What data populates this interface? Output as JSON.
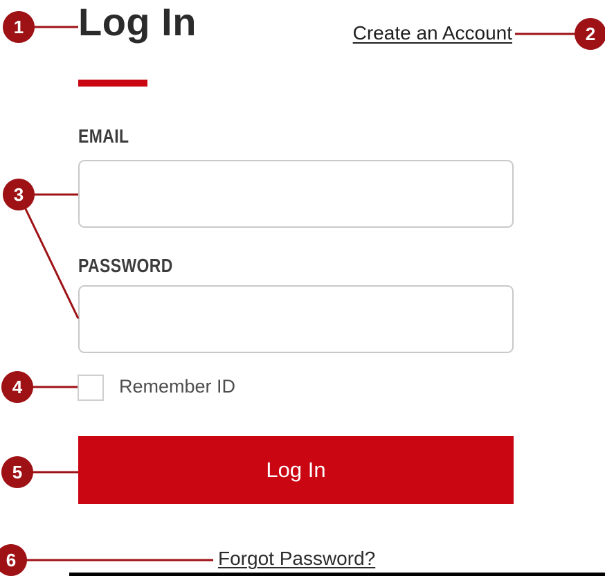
{
  "page": {
    "title": "Log In",
    "create_account_link": "Create an Account",
    "email_label": "EMAIL",
    "password_label": "PASSWORD",
    "remember_label": "Remember ID",
    "login_button_label": "Log In",
    "forgot_password_link": "Forgot Password?"
  },
  "inputs": {
    "email": {
      "value": "",
      "placeholder": ""
    },
    "password": {
      "value": "",
      "placeholder": ""
    }
  },
  "checkbox": {
    "remember_id_checked": false
  },
  "annotations": {
    "callouts": [
      "1",
      "2",
      "3",
      "4",
      "5",
      "6"
    ],
    "targets": {
      "1": "page-title",
      "2": "create-account-link",
      "3": "email-and-password-inputs",
      "4": "remember-id-checkbox",
      "5": "login-button",
      "6": "forgot-password-link"
    }
  },
  "colors": {
    "accent_red": "#ca0613",
    "annotation_red": "#9e1216",
    "heading_text": "#2b2b2b",
    "label_text": "#3c3c3c",
    "body_text": "#4e4e4e",
    "link_text": "#1f1f1f",
    "button_text": "#ffffff",
    "input_border": "#c9c9c9",
    "bottom_bar": "#000000"
  }
}
